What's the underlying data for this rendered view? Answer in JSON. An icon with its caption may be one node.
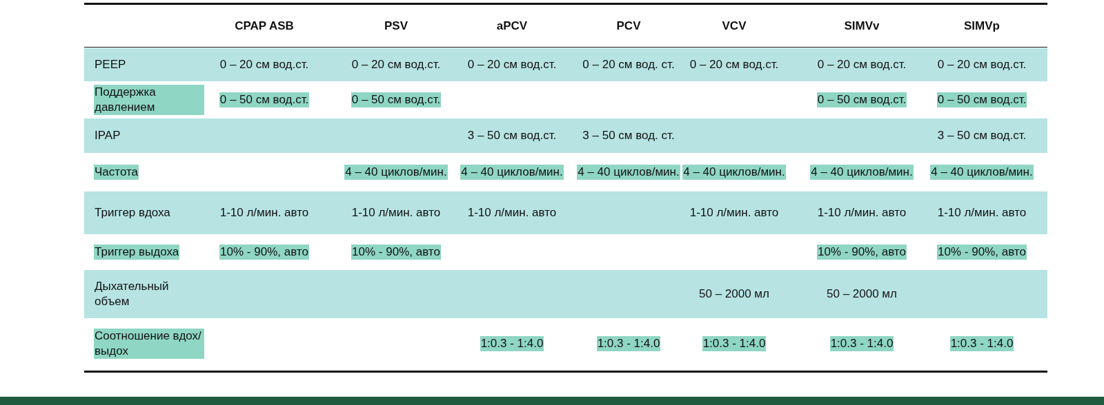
{
  "diagram": {
    "labels": [
      "CPAP ASB",
      "PSV",
      "aPCV",
      "PCV",
      "VCV",
      "SIMVv",
      "SIMVp",
      "PEEP",
      "0 – 20 см вод.ст.",
      "0 – 20 см вод.ст.",
      "0 – 20 см вод.ст.",
      "0 – 20 см вод. ст.",
      "0 – 20 см вод.ст.",
      "0 – 20 см вод.ст.",
      "0 – 20 см вод.ст.",
      "Поддержка давлением",
      "0 – 50 см вод.ст.",
      "0 – 50 см вод.ст.",
      "0 – 50 см вод.ст.",
      "0 – 50 см вод.ст.",
      "IPAP",
      "3 – 50 см вод.ст.",
      "3 – 50 см вод. ст.",
      "3 – 50 см вод.ст.",
      "Частота",
      "4 – 40 циклов/мин.",
      "4 – 40 циклов/мин.",
      "4 – 40 циклов/мин.",
      "4 – 40 циклов/мин.",
      "4 – 40 циклов/мин.",
      "4 – 40 циклов/мин.",
      "Триггер вдоха",
      "1-10 л/мин. авто",
      "1-10 л/мин. авто",
      "1-10 л/мин. авто",
      "1-10 л/мин. авто",
      "1-10 л/мин. авто",
      "1-10 л/мин. авто",
      "Триггер выдоха",
      "10% - 90%, авто",
      "10% - 90%, авто",
      "10% - 90%, авто",
      "10% - 90%, авто",
      "Дыхательный объем",
      "50 – 2000 мл",
      "50 – 2000 мл",
      "Соотношение вдох/выдох",
      "1:0.3 - 1:4.0",
      "1:0.3 - 1:4.0",
      "1:0.3 - 1:4.0",
      "1:0.3 - 1:4.0",
      "1:0.3 - 1:4.0"
    ]
  }
}
